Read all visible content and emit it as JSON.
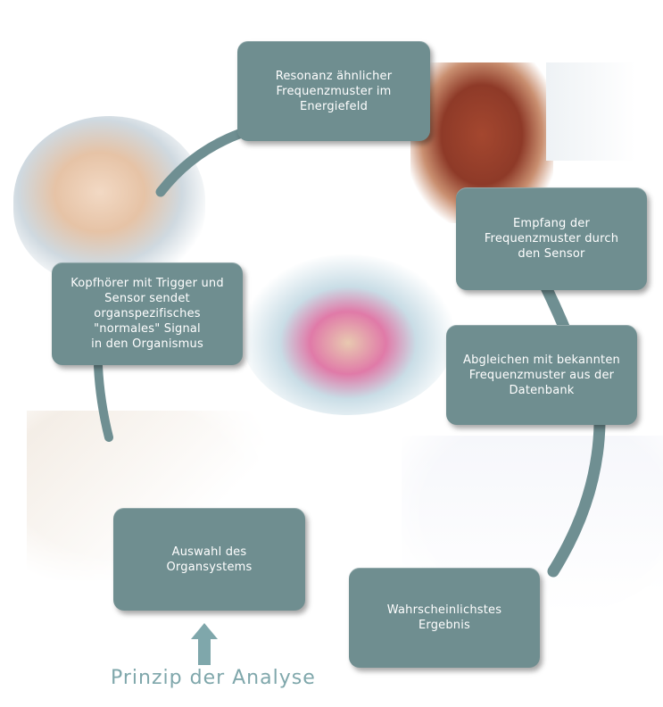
{
  "diagram": {
    "boxes": [
      {
        "id": "resonance",
        "text": "Resonanz ähnlicher\nFrequenzmuster im\nEnergiefeld"
      },
      {
        "id": "reception",
        "text": "Empfang der\nFrequenzmuster durch\nden Sensor"
      },
      {
        "id": "compare",
        "text": "Abgleichen mit bekannten\nFrequenzmuster aus der\nDatenbank"
      },
      {
        "id": "headphones",
        "text": "Kopfhörer mit Trigger und\nSensor sendet\norganspezifisches\n\"normales\" Signal\nin den Organismus"
      },
      {
        "id": "selection",
        "text": "Auswahl des\nOrgansystems"
      },
      {
        "id": "result",
        "text": "Wahrscheinlichstes\nErgebnis"
      }
    ],
    "title": "Prinzip der Analyse"
  },
  "colors": {
    "box_fill": "#6f8e90",
    "cycle_stroke": "#6f8f92",
    "title_color": "#7fa7ab",
    "arrow_color": "#7fa7ab"
  }
}
